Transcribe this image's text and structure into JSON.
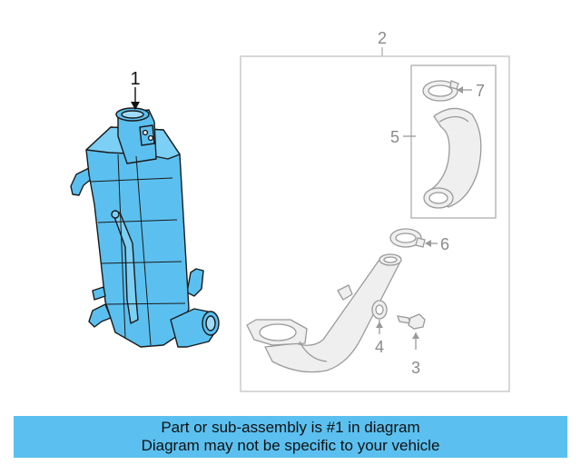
{
  "callouts": {
    "c1": "1",
    "c2": "2",
    "c3": "3",
    "c4": "4",
    "c5": "5",
    "c6": "6",
    "c7": "7"
  },
  "colors": {
    "highlight": "#5bc0f0",
    "part_fill": "#e9e9e9",
    "part_stroke": "#9a9a9a",
    "main_stroke": "#1a1a1a",
    "banner_bg": "#5bc0f0"
  },
  "banner": {
    "line1": "Part or sub-assembly is #1 in diagram",
    "line2": "Diagram may not be specific to your vehicle"
  }
}
